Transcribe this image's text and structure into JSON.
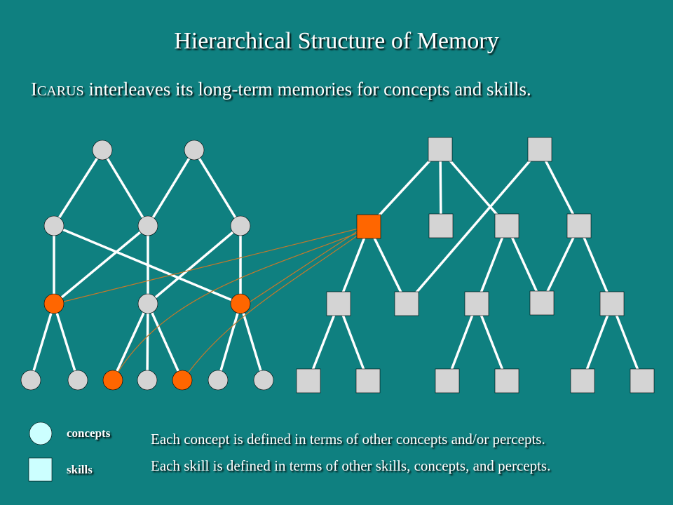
{
  "slide": {
    "title": "Hierarchical Structure of Memory",
    "subtitle_first": "I",
    "subtitle_caps": "CARUS",
    "subtitle_rest": " interleaves its long-term memories for concepts and skills."
  },
  "legend": {
    "concepts_label": "concepts",
    "skills_label": "skills"
  },
  "notes": {
    "concept_note": "Each concept is defined in terms of other concepts and/or percepts.",
    "skill_note": "Each skill is defined in terms of other skills, concepts, and percepts."
  },
  "colors": {
    "background": "#0f8080",
    "node_fill": "#d4d4d4",
    "highlight_fill": "#ff6600",
    "edge": "#ffffff",
    "cross_link": "#c87828",
    "legend_fill": "#ccffff"
  }
}
